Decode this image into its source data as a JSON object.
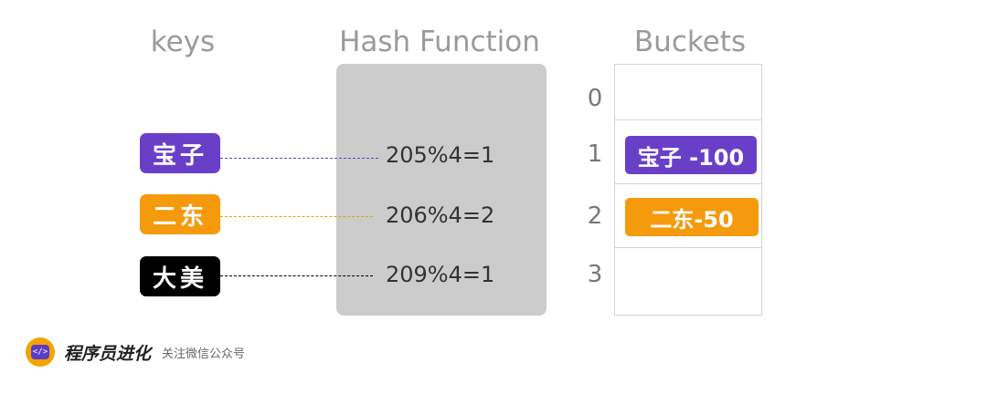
{
  "titles": {
    "keys": "keys",
    "hash_function": "Hash Function",
    "buckets": "Buckets"
  },
  "keys": [
    {
      "label": "宝子",
      "color": "#6a3fc8",
      "line_color": "#6a3fc8",
      "expression": "205%4=1"
    },
    {
      "label": "二东",
      "color": "#f59a0c",
      "line_color": "#f59a0c",
      "expression": "206%4=2"
    },
    {
      "label": "大美",
      "color": "#000000",
      "line_color": "#000000",
      "expression": "209%4=1"
    }
  ],
  "buckets": [
    {
      "index": "0",
      "entry": null
    },
    {
      "index": "1",
      "entry": {
        "label": "宝子 -100",
        "color": "#6a3fc8"
      }
    },
    {
      "index": "2",
      "entry": {
        "label": "二东-50",
        "color": "#f59a0c"
      }
    },
    {
      "index": "3",
      "entry": null
    }
  ],
  "brand": {
    "logo_text": "</>",
    "name": "程序员进化",
    "subtitle": "关注微信公众号"
  }
}
